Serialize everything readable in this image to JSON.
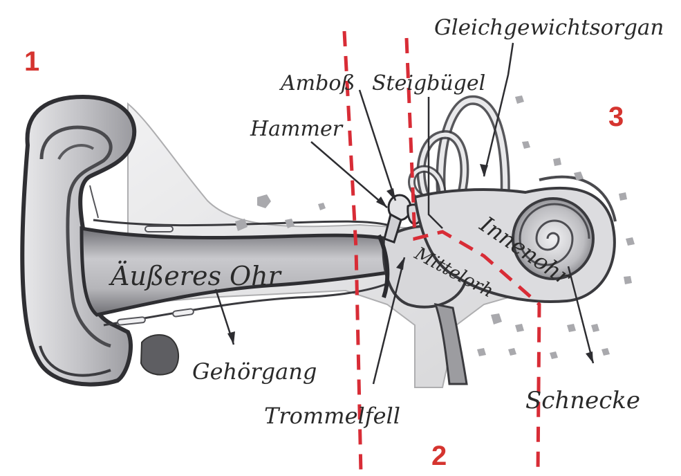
{
  "diagram": {
    "section_numbers": [
      "1",
      "2",
      "3"
    ],
    "labels": {
      "gleichgewichtsorgan": "Gleichgewichtsorgan",
      "amboss": "Amboß",
      "steigbuegel": "Steigbügel",
      "hammer": "Hammer",
      "aeusseres_ohr": "Äußeres Ohr",
      "gehoergang": "Gehörgang",
      "mittelohr": "Mittelorh",
      "innenohr": "Innenohr",
      "trommelfell": "Trommelfell",
      "schnecke": "Schnecke"
    },
    "colors": {
      "divider": "#d82c36",
      "pencil": "#3a3a3a",
      "shade": "#8d8d91",
      "paper": "#ffffff"
    }
  }
}
